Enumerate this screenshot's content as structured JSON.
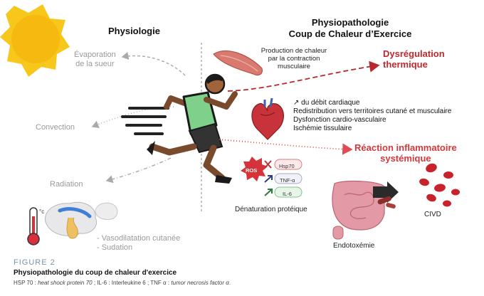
{
  "left_title": "Physiologie",
  "right_title": [
    "Physiopathologie",
    "Coup de Chaleur d’Exercice"
  ],
  "physiology": {
    "evaporation": [
      "Évaporation",
      "de la sueur"
    ],
    "convection": "Convection",
    "radiation": "Radiation",
    "responses": [
      "-  Vasodilatation cutanée",
      "-  Sudation"
    ]
  },
  "pathophysiology": {
    "heat_production": "Production de chaleur par la contraction musculaire",
    "thermal_dysregulation": [
      "Dysrégulation",
      "thermique"
    ],
    "cardiovascular": [
      "↗ du débit cardiaque",
      "Redistribution vers territoires cutané et musculaire",
      "Dysfonction cardio-vasculaire",
      "Ischémie tissulaire"
    ],
    "inflammatory_reaction": [
      "Réaction inflammatoire",
      "systémique"
    ],
    "markers": {
      "ros": "ROS",
      "hsp70": "Hsp70",
      "tnf": "TNF-α",
      "il6": "IL-6"
    },
    "protein_denaturation": "Dénaturation protéique",
    "endotoxemia": "Endotoxémie",
    "civd": "CIVD"
  },
  "figure": {
    "label": "FIGURE 2",
    "title": "Physiopathologie du coup de chaleur d'exercice",
    "note_parts": [
      "HSP 70 : ",
      "heat shock protein 70",
      " ; IL-6 : Interleukine 6 ; TNF α : ",
      "tumor necrosis factor α",
      "."
    ]
  },
  "colors": {
    "dysregulation": "#c0282e",
    "inflammation": "#d6373d",
    "sun": "#f5c518",
    "runner_shirt": "#7ed08a",
    "figure_label": "#7a93a7"
  },
  "icons": [
    "sun-icon",
    "runner-icon",
    "muscle-icon",
    "heart-icon",
    "ros-icon",
    "brain-icon",
    "thermometer-icon",
    "intestine-icon",
    "red-blood-cells-icon"
  ]
}
